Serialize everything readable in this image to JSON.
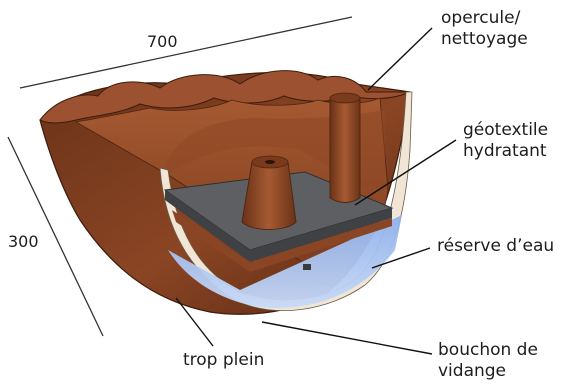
{
  "dimensions": {
    "width_label": "700",
    "height_label": "300"
  },
  "labels": {
    "opercule_line1": "opercule/",
    "opercule_line2": "nettoyage",
    "geotextile_line1": "géotextile",
    "geotextile_line2": "hydratant",
    "reserve": "réserve d’eau",
    "trop_plein": "trop plein",
    "bouchon_line1": "bouchon de",
    "bouchon_line2": "vidange"
  },
  "colors": {
    "terracotta": "#8a4524",
    "terracotta_dark": "#4e2410",
    "terracotta_light": "#a65a32",
    "water": "#a9c4f0",
    "geotextile": "#5d5f63",
    "leader": "#111111"
  }
}
